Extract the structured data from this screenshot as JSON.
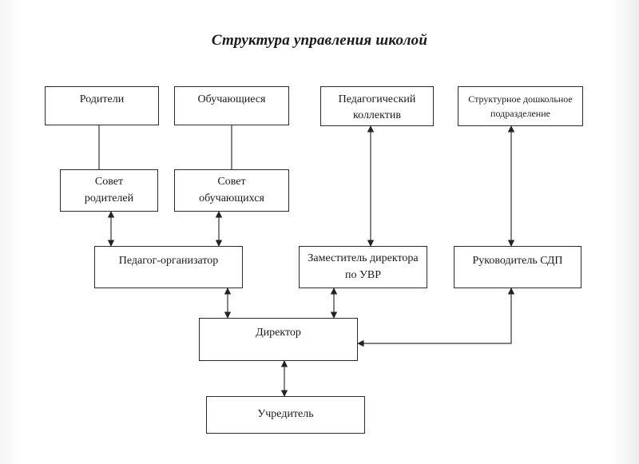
{
  "title": "Структура управления школой",
  "boxes": {
    "parents": "Родители",
    "students": "Обучающиеся",
    "ped_team": "Педагогический коллектив",
    "preschool_unit": "Структурное дошкольное подразделение",
    "parents_council": "Совет родителей",
    "students_council": "Совет обучающихся",
    "ped_organizer": "Педагог-организатор",
    "deputy_uvr": "Заместитель директора по УВР",
    "head_sdp": "Руководитель СДП",
    "director": "Директор",
    "founder": "Учредитель"
  }
}
